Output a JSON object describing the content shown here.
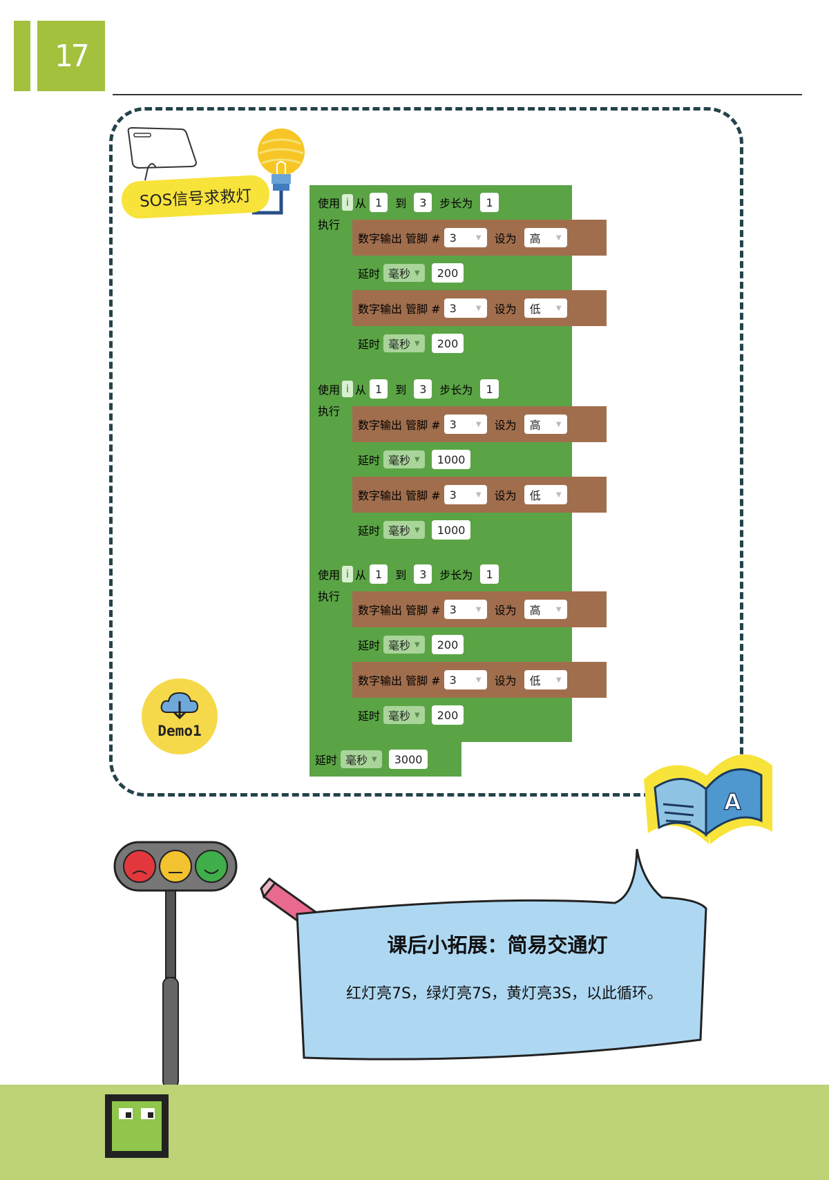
{
  "page": {
    "number": "17"
  },
  "section": {
    "title": "SOS信号求救灯"
  },
  "blocks": {
    "loop_use": "使用",
    "loop_var": "i",
    "loop_from": "从",
    "loop_to": "到",
    "loop_step": "步长为",
    "loop_do": "执行",
    "digital_write": "数字输出 管脚 #",
    "set_to": "设为",
    "delay": "延时",
    "unit_ms": "毫秒",
    "high": "高",
    "low": "低",
    "loops": [
      {
        "from": "1",
        "to": "3",
        "step": "1",
        "pin1": "3",
        "level1": "高",
        "delay1": "200",
        "pin2": "3",
        "level2": "低",
        "delay2": "200"
      },
      {
        "from": "1",
        "to": "3",
        "step": "1",
        "pin1": "3",
        "level1": "高",
        "delay1": "1000",
        "pin2": "3",
        "level2": "低",
        "delay2": "1000"
      },
      {
        "from": "1",
        "to": "3",
        "step": "1",
        "pin1": "3",
        "level1": "高",
        "delay1": "200",
        "pin2": "3",
        "level2": "低",
        "delay2": "200"
      }
    ],
    "final_delay": "3000"
  },
  "demo": {
    "label": "Demo1"
  },
  "extension": {
    "title": "课后小拓展：简易交通灯",
    "body": "红灯亮7S，绿灯亮7S，黄灯亮3S，以此循环。"
  },
  "colors": {
    "loop_block": "#5ba446",
    "io_block": "#a16e4d",
    "accent_green": "#a3c13d",
    "frame": "#24434a"
  }
}
